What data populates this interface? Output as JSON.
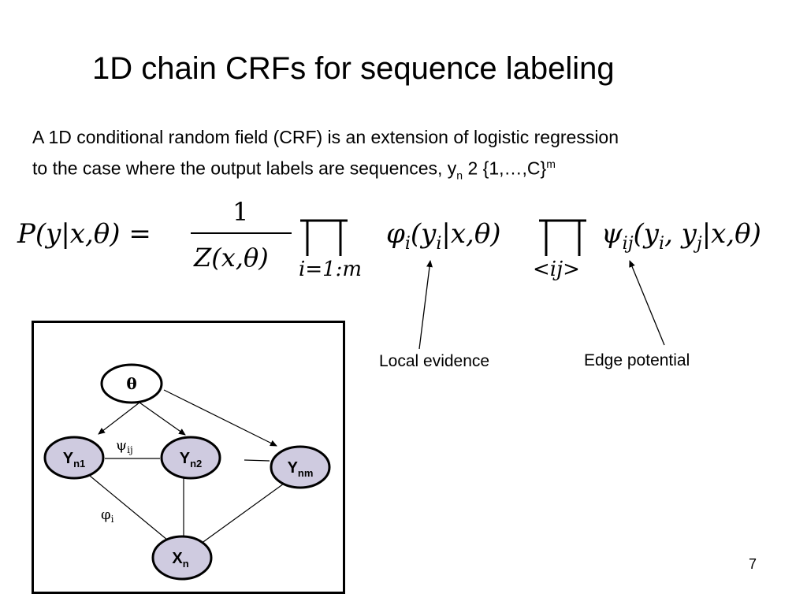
{
  "slide": {
    "title": "1D chain CRFs for sequence labeling",
    "intro_line1": "A 1D conditional random field (CRF) is an extension of logistic regression",
    "intro_line2_prefix": "to the case where the output labels are sequences, y",
    "intro_line2_sub": "n",
    "intro_line2_mid": " 2 {1,…,C}",
    "intro_line2_sup": "m",
    "page_number": "7"
  },
  "formula": {
    "lhs": "P(y|x,θ) =",
    "frac_num": "1",
    "frac_den": "Z(x,θ)",
    "prod1_sub": "i=1:m",
    "phi": "φ",
    "phi_sub": "i",
    "phi_args": "(y",
    "phi_args_sub": "i",
    "phi_args_rest": "|x,θ)",
    "prod2_sub": "<ij>",
    "psi": "ψ",
    "psi_sub": "ij",
    "psi_args": "(y",
    "psi_args_sub1": "i",
    "psi_args_mid": ", y",
    "psi_args_sub2": "j",
    "psi_args_rest": "|x,θ)"
  },
  "annotations": {
    "local_evidence": "Local evidence",
    "edge_potential": "Edge potential"
  },
  "diagram": {
    "theta": "θ",
    "yn1": "Y",
    "yn1_sub": "n1",
    "yn2": "Y",
    "yn2_sub": "n2",
    "ynm": "Y",
    "ynm_sub": "nm",
    "xn": "X",
    "xn_sub": "n",
    "psi_label": "ψ",
    "psi_label_sub": "ij",
    "phi_label": "φ",
    "phi_label_sub": "i",
    "node_fill": "#cfcbe0",
    "theta_fill": "#ffffff"
  }
}
